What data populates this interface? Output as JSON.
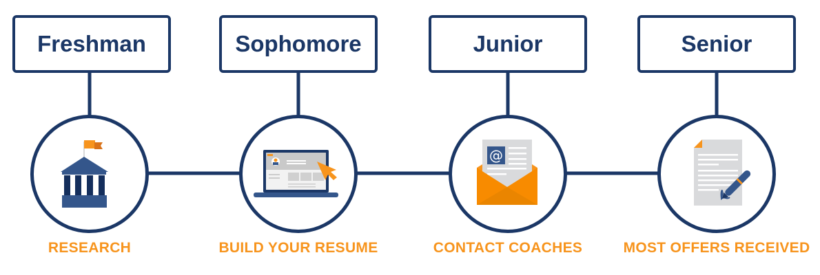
{
  "stages": [
    {
      "year": "Freshman",
      "step": "RESEARCH",
      "icon": "university-building-icon"
    },
    {
      "year": "Sophomore",
      "step": "BUILD YOUR RESUME",
      "icon": "laptop-resume-icon"
    },
    {
      "year": "Junior",
      "step": "CONTACT COACHES",
      "icon": "email-envelope-icon"
    },
    {
      "year": "Senior",
      "step": "MOST OFFERS RECEIVED",
      "icon": "signed-contract-icon"
    }
  ],
  "colors": {
    "navy": "#1b3766",
    "orange": "#f7941d",
    "gray": "#d9dadc"
  }
}
